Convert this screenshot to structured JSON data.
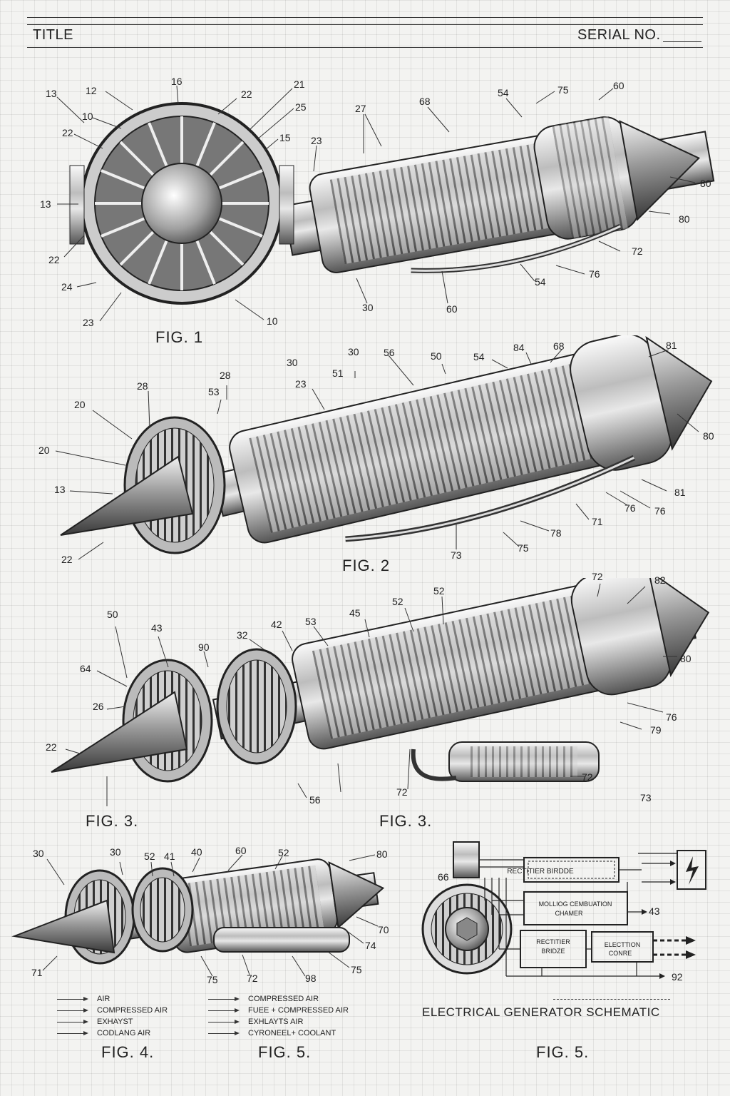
{
  "header": {
    "title_label": "TITLE",
    "serial_label": "SERIAL NO."
  },
  "figures": {
    "fig1": {
      "caption": "FIG. 1",
      "labels": [
        "13",
        "12",
        "16",
        "22",
        "21",
        "25",
        "10",
        "22",
        "15",
        "23",
        "27",
        "68",
        "54",
        "75",
        "60",
        "80",
        "13",
        "80",
        "22",
        "72",
        "24",
        "76",
        "54",
        "23",
        "10",
        "30",
        "60"
      ]
    },
    "fig2": {
      "caption": "FIG. 2",
      "labels": [
        "30",
        "30",
        "56",
        "50",
        "54",
        "84",
        "68",
        "81",
        "28",
        "51",
        "28",
        "23",
        "53",
        "20",
        "20",
        "80",
        "13",
        "81",
        "76",
        "76",
        "71",
        "78",
        "22",
        "75",
        "73"
      ]
    },
    "fig3": {
      "caption_left": "FIG. 3.",
      "caption_right": "FIG. 3.",
      "labels": [
        "72",
        "82",
        "52",
        "52",
        "50",
        "45",
        "43",
        "42",
        "53",
        "32",
        "90",
        "64",
        "80",
        "26",
        "76",
        "79",
        "22",
        "72",
        "72",
        "56",
        "73"
      ]
    },
    "fig4": {
      "caption": "FIG. 4.",
      "labels": [
        "30",
        "30",
        "52",
        "41",
        "40",
        "60",
        "52",
        "80",
        "70",
        "74",
        "71",
        "75",
        "72",
        "98",
        "75"
      ]
    },
    "fig5a": {
      "caption": "FIG. 5."
    },
    "fig5b": {
      "caption": "FIG. 5.",
      "title": "ELECTRICAL GENERATOR SCHEMATIC",
      "boxes": [
        "RECTITIER BIRDDE",
        "MOLLIOG CEMBUATION",
        "CHAMER",
        "RECTITIER",
        "BRIDZE",
        "ELECTTION",
        "CONRE"
      ],
      "labels": [
        "66",
        "43",
        "92"
      ]
    }
  },
  "legend_left": [
    "AIR",
    "COMPRESSED AIR",
    "EXHAYST",
    "CODLANG AIR"
  ],
  "legend_right": [
    "COMPRESSED AIR",
    "FUEE + COMPRESSED AIR",
    "EXHLAYTS AIR",
    "CYRONEEL+ COOLANT"
  ]
}
